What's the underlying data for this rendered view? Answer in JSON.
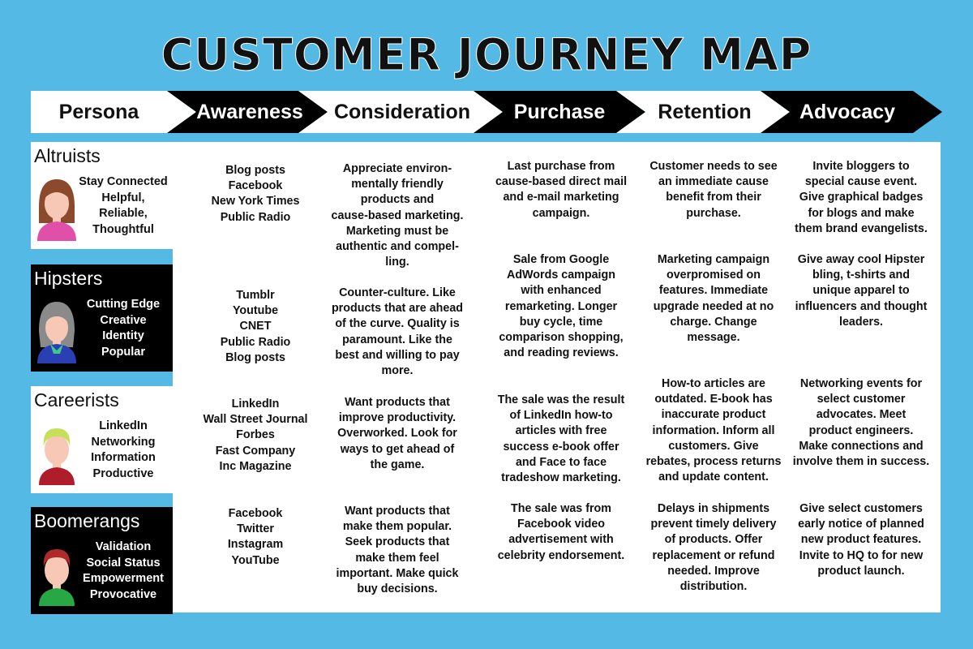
{
  "title": "CUSTOMER JOURNEY MAP",
  "stages": [
    "Persona",
    "Awareness",
    "Consideration",
    "Purchase",
    "Retention",
    "Advocacy"
  ],
  "personas": [
    {
      "name": "Altruists",
      "traits": "Stay Connected\nHelpful,\nReliable,\nThoughtful"
    },
    {
      "name": "Hipsters",
      "traits": "Cutting Edge\nCreative\nIdentity\nPopular"
    },
    {
      "name": "Careerists",
      "traits": "LinkedIn\nNetworking\nInformation\nProductive"
    },
    {
      "name": "Boomerangs",
      "traits": "Validation\nSocial Status\nEmpowerment\nProvocative"
    }
  ],
  "colors": {
    "background": "#55b9e6",
    "altruists_hair": "#8b4a2b",
    "altruists_shirt": "#e04fa8",
    "hipsters_hair": "#8a8a8a",
    "hipsters_shirt": "#2b3fb5",
    "careerists_hair": "#c6e05a",
    "careerists_shirt": "#b01d2a",
    "boomerangs_hair": "#b02a2a",
    "boomerangs_shirt": "#27a844",
    "skin": "#f7c8b6"
  },
  "rows": [
    {
      "awareness": "Blog posts\nFacebook\nNew York Times\nPublic Radio",
      "consideration": "Appreciate environ-\nmentally friendly\nproducts and\ncause-based marketing.\nMarketing must be\nauthentic and compel-\nling.",
      "purchase": "Last purchase from\ncause-based direct mail\nand e-mail marketing\ncampaign.",
      "retention": "Customer needs to see\nan immediate cause\nbenefit from their\npurchase.",
      "advocacy": "Invite bloggers to\nspecial cause event.\nGive graphical badges\nfor blogs and make\nthem brand evangelists."
    },
    {
      "awareness": "Tumblr\nYoutube\nCNET\nPublic Radio\nBlog posts",
      "consideration": "Counter-culture. Like\nproducts that are ahead\nof the curve.  Quality is\nparamount.  Like the\nbest and willing to pay\nmore.",
      "purchase": "Sale from Google\nAdWords campaign\nwith enhanced\nremarketing.  Longer\nbuy cycle, time\ncomparison shopping,\nand reading reviews.",
      "retention": "Marketing campaign\noverpromised on\nfeatures.  Immediate\nupgrade needed at no\ncharge.  Change\nmessage.",
      "advocacy": "Give away cool Hipster\nbling,  t-shirts and\nunique apparel to\ninfluencers and thought\nleaders."
    },
    {
      "awareness": "LinkedIn\nWall Street Journal\nForbes\nFast Company\nInc Magazine",
      "consideration": "Want products that\nimprove productivity.\nOverworked.  Look for\nways to get ahead of\nthe game.",
      "purchase": "The sale was the result\nof LinkedIn how-to\narticles with free\nsuccess e-book offer\nand Face to face\ntradeshow marketing.",
      "retention": "How-to articles are\noutdated.  E-book has\ninaccurate product\ninformation.  Inform all\ncustomers.   Give\nrebates, process returns\nand update content.",
      "advocacy": "Networking events for\nselect customer\nadvocates. Meet\nproduct engineers.\nMake connections and\ninvolve them in success."
    },
    {
      "awareness": "Facebook\nTwitter\nInstagram\nYouTube",
      "consideration": "Want products that\nmake them popular.\nSeek products that\nmake them feel\nimportant. Make quick\nbuy decisions.",
      "purchase": "The sale was from\nFacebook video\nadvertisement with\ncelebrity endorsement.",
      "retention": "Delays in shipments\nprevent timely delivery\nof products.  Offer\nreplacement or refund\nneeded.  Improve\ndistribution.",
      "advocacy": "Give select customers\nearly notice of planned\nnew product features.\nInvite to HQ to for new\nproduct launch."
    }
  ]
}
